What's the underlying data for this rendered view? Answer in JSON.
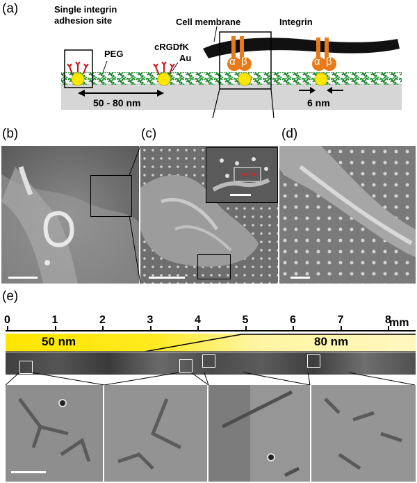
{
  "panel_labels": {
    "a": "(a)",
    "b": "(b)",
    "c": "(c)",
    "d": "(d)",
    "e": "(e)"
  },
  "schematic": {
    "single_site_line1": "Single integrin",
    "single_site_line2": "adhesion site",
    "peg": "PEG",
    "ligand": "cRGDfK",
    "gold": "Au",
    "membrane": "Cell membrane",
    "integrin": "Integrin",
    "alpha": "α",
    "beta": "β",
    "spacing": "50 - 80 nm",
    "particle_size": "6 nm"
  },
  "gradient": {
    "ruler_ticks": [
      "0",
      "1",
      "2",
      "3",
      "4",
      "5",
      "6",
      "7",
      "8"
    ],
    "unit": "mm",
    "region_left": "50 nm",
    "region_right": "80 nm"
  },
  "colors": {
    "gold_particle": "#ffe600",
    "peg_chain": "#1a8a2a",
    "ligand": "#cc1010",
    "integrin": "#e87a1a",
    "membrane": "#111111",
    "substrate": "#d6d6d6",
    "gradient_yellow": "#ffe800"
  }
}
